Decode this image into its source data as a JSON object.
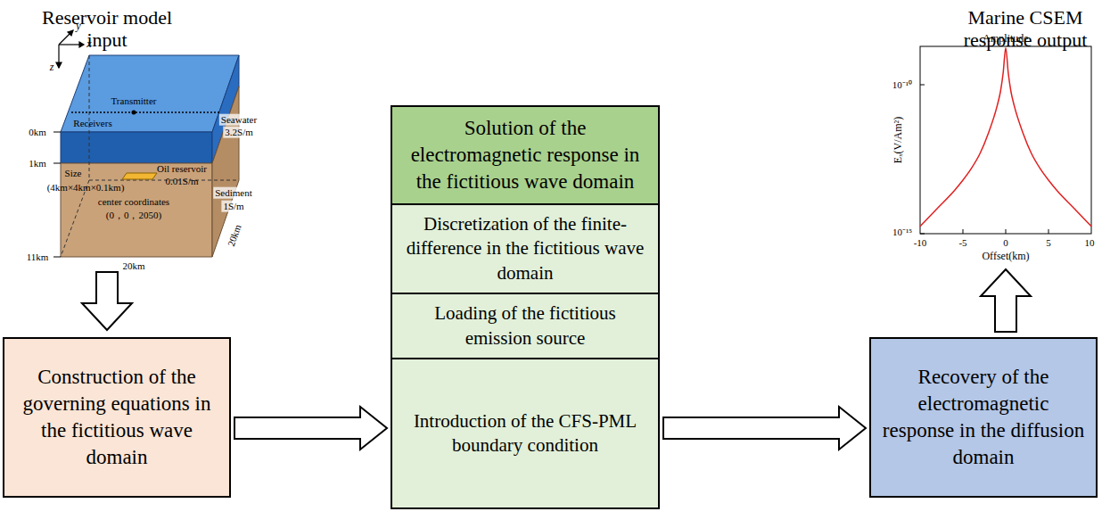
{
  "diagram": {
    "nodes": [
      {
        "text": [
          "Construction of the governing equations in the fictitious wave domain"
        ]
      },
      {
        "text": [
          "Solution of the electromagnetic response in the fictitious wave domain"
        ]
      },
      {
        "text": [
          "Discretization of the finite-difference in the fictitious wave domain"
        ]
      },
      {
        "text": [
          "Loading of the fictitious emission source"
        ]
      },
      {
        "text": [
          "Introduction of the CFS-PML boundary condition"
        ]
      },
      {
        "text": [
          "Recovery of the electromagnetic response in the diffusion domain"
        ]
      }
    ],
    "edges": [
      {
        "from": 0,
        "to": 4,
        "arrow": "to"
      },
      {
        "from": 4,
        "to": 5,
        "arrow": "to"
      }
    ],
    "labels": [
      "Reservoir model input",
      "Marine CSEM response output",
      "x",
      "y",
      "z",
      "Transmitter",
      "Seawater",
      "3.2S/m",
      "0km",
      "Receivers",
      "1km",
      "Size",
      "Oil reservoir",
      "(4km×4km×0.1km)",
      "0.01S/m",
      "center coordinates",
      "(0，0，2050)",
      "Sediment",
      "1S/m",
      "11km",
      "20km",
      "20km",
      "Amplitude",
      "Eₓ(V/Am²)",
      "10⁻¹⁰",
      "10⁻¹⁵",
      "-10",
      "-5",
      "0",
      "5",
      "10",
      "Offset(km)"
    ]
  }
}
